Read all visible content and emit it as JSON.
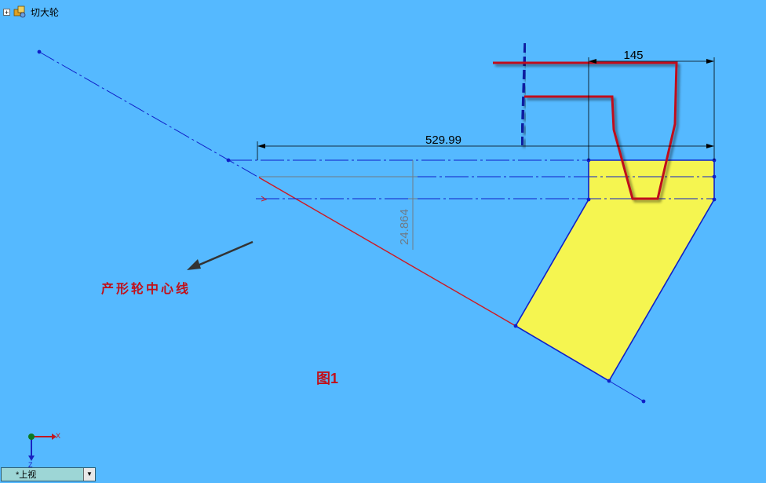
{
  "feature_tree": {
    "expander_symbol": "+",
    "part_name": "切大轮"
  },
  "sketch": {
    "dimension_width": "145",
    "dimension_length": "529.99",
    "dimension_offset": "24.864",
    "annotation_label": "产形轮中心线",
    "figure_label": "图1"
  },
  "triad": {
    "x_label": "X",
    "z_label": "Z"
  },
  "view_selector": {
    "value": "*上视",
    "dropdown_symbol": "▼"
  },
  "colors": {
    "background": "#55b9ff",
    "sketch_line_blue": "#1020c8",
    "dashed_centerline": "#0a1aa0",
    "red_profile": "#c0101a",
    "yellow_fill": "#f5f550",
    "dimension_black": "#000000"
  }
}
